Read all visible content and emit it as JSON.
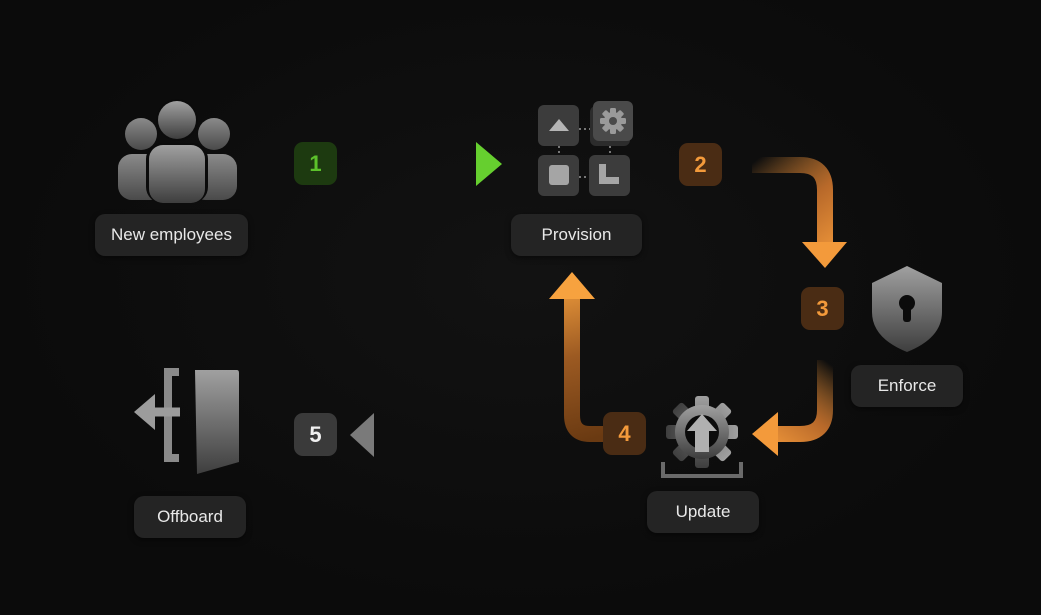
{
  "nodes": {
    "new_employees": "New employees",
    "provision": "Provision",
    "enforce": "Enforce",
    "update": "Update",
    "offboard": "Offboard"
  },
  "steps": {
    "s1": "1",
    "s2": "2",
    "s3": "3",
    "s4": "4",
    "s5": "5"
  },
  "colors": {
    "background": "#0b0b0b",
    "green": "#5cc12b",
    "orange": "#f39a3b",
    "grey": "#6b6b6b",
    "label_bg": "#242424"
  },
  "icons": {
    "new_employees": "people-group-icon",
    "provision": "app-grid-icon",
    "enforce": "shield-keyhole-icon",
    "update": "gear-upload-icon",
    "offboard": "exit-door-icon"
  }
}
